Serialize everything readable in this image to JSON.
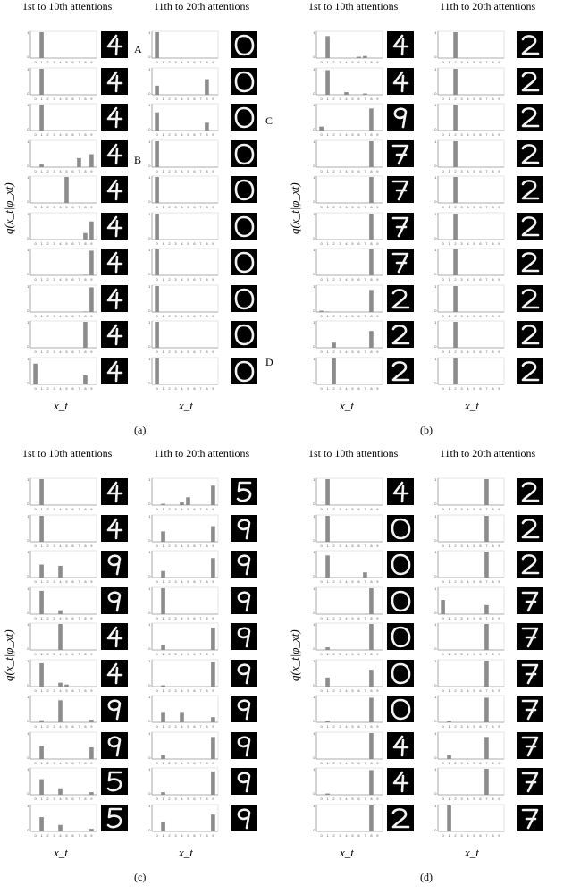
{
  "column_titles": [
    "1st to 10th attentions",
    "11th to 20th attentions"
  ],
  "ylabel": "q(x_t|φ_xt)",
  "xlabel": "x_t",
  "tick_label_y_top": "1",
  "tick_label_y_bottom": "0",
  "colors": {
    "bar": "#8c8c8c",
    "axis": "#9a9a9a",
    "digit_bg": "#000000",
    "digit_fg": "#f2f2f2"
  },
  "chart_data": [
    {
      "panel": "(a)",
      "type": "bar",
      "categories": [
        "0",
        "1",
        "2",
        "3",
        "4",
        "5",
        "6",
        "7",
        "8",
        "9"
      ],
      "ylim": [
        0,
        1
      ],
      "glimpse_digits_col1": [
        "4",
        "4",
        "4",
        "4",
        "4",
        "4",
        "4",
        "4",
        "4",
        "4"
      ],
      "glimpse_digits_col2": [
        "0",
        "0",
        "0",
        "0",
        "0",
        "0",
        "0",
        "0",
        "0",
        "0"
      ],
      "annotations": [
        "A",
        "B",
        "C",
        "D"
      ],
      "col1": [
        [
          0,
          1,
          0,
          0,
          0,
          0,
          0,
          0,
          0,
          0
        ],
        [
          0,
          1,
          0,
          0,
          0,
          0,
          0,
          0,
          0,
          0
        ],
        [
          0,
          1,
          0,
          0,
          0,
          0,
          0,
          0,
          0,
          0
        ],
        [
          0,
          0.1,
          0,
          0,
          0,
          0,
          0,
          0.35,
          0,
          0.5
        ],
        [
          0,
          0,
          0,
          0,
          0,
          1,
          0,
          0,
          0,
          0
        ],
        [
          0,
          0,
          0,
          0,
          0,
          0,
          0,
          0,
          0.25,
          0.7
        ],
        [
          0,
          0,
          0,
          0,
          0,
          0,
          0,
          0,
          0.02,
          0.95
        ],
        [
          0,
          0,
          0,
          0,
          0,
          0,
          0,
          0,
          0.02,
          0.95
        ],
        [
          0,
          0,
          0,
          0,
          0,
          0,
          0,
          0,
          1,
          0
        ],
        [
          0.8,
          0,
          0,
          0,
          0,
          0,
          0,
          0,
          0.35,
          0
        ]
      ],
      "col2": [
        [
          1,
          0,
          0,
          0,
          0,
          0,
          0,
          0,
          0,
          0
        ],
        [
          0.35,
          0,
          0,
          0,
          0,
          0,
          0,
          0,
          0.6,
          0
        ],
        [
          0.7,
          0,
          0,
          0,
          0,
          0,
          0,
          0,
          0.3,
          0
        ],
        [
          1,
          0,
          0,
          0,
          0,
          0,
          0,
          0,
          0,
          0
        ],
        [
          1,
          0,
          0,
          0,
          0,
          0,
          0,
          0,
          0,
          0
        ],
        [
          1,
          0,
          0,
          0,
          0,
          0,
          0,
          0,
          0,
          0
        ],
        [
          1,
          0,
          0,
          0,
          0,
          0,
          0,
          0,
          0,
          0
        ],
        [
          1,
          0,
          0,
          0,
          0,
          0,
          0,
          0,
          0,
          0
        ],
        [
          1,
          0,
          0,
          0,
          0,
          0,
          0,
          0,
          0,
          0
        ],
        [
          1,
          0,
          0,
          0,
          0,
          0,
          0,
          0,
          0,
          0
        ]
      ]
    },
    {
      "panel": "(b)",
      "type": "bar",
      "categories": [
        "0",
        "1",
        "2",
        "3",
        "4",
        "5",
        "6",
        "7",
        "8",
        "9"
      ],
      "ylim": [
        0,
        1
      ],
      "glimpse_digits_col1": [
        "4",
        "4",
        "9",
        "7",
        "7",
        "7",
        "7",
        "2",
        "2",
        "2"
      ],
      "glimpse_digits_col2": [
        "2",
        "2",
        "2",
        "2",
        "2",
        "2",
        "2",
        "2",
        "2",
        "2"
      ],
      "col1": [
        [
          0,
          0.85,
          0,
          0,
          0,
          0,
          0.05,
          0.08,
          0,
          0
        ],
        [
          0,
          0.95,
          0,
          0,
          0.1,
          0,
          0,
          0.05,
          0,
          0
        ],
        [
          0.15,
          0,
          0,
          0,
          0,
          0,
          0,
          0,
          0.85,
          0
        ],
        [
          0,
          0,
          0,
          0,
          0,
          0,
          0,
          0,
          1,
          0
        ],
        [
          0,
          0,
          0,
          0,
          0,
          0,
          0,
          0,
          1,
          0
        ],
        [
          0,
          0,
          0,
          0,
          0,
          0,
          0,
          0,
          1,
          0
        ],
        [
          0,
          0,
          0,
          0,
          0,
          0,
          0,
          0,
          1,
          0
        ],
        [
          0.05,
          0.02,
          0,
          0,
          0,
          0,
          0,
          0,
          0.85,
          0
        ],
        [
          0,
          0,
          0.2,
          0,
          0,
          0,
          0,
          0,
          0.65,
          0
        ],
        [
          0,
          0,
          1,
          0,
          0,
          0,
          0,
          0,
          0,
          0
        ]
      ],
      "col2": [
        [
          0,
          0,
          1,
          0,
          0,
          0,
          0,
          0,
          0,
          0
        ],
        [
          0,
          0,
          1,
          0,
          0,
          0,
          0,
          0,
          0,
          0
        ],
        [
          0,
          0,
          1,
          0,
          0,
          0,
          0,
          0,
          0,
          0
        ],
        [
          0,
          0,
          1,
          0,
          0,
          0,
          0,
          0,
          0,
          0
        ],
        [
          0,
          0,
          1,
          0,
          0,
          0,
          0,
          0,
          0,
          0
        ],
        [
          0,
          0,
          1,
          0,
          0,
          0,
          0,
          0,
          0,
          0
        ],
        [
          0,
          0,
          1,
          0,
          0,
          0,
          0,
          0,
          0,
          0
        ],
        [
          0,
          0,
          1,
          0,
          0,
          0,
          0,
          0,
          0,
          0
        ],
        [
          0,
          0,
          1,
          0,
          0,
          0,
          0,
          0,
          0,
          0
        ],
        [
          0,
          0,
          1,
          0,
          0,
          0,
          0,
          0,
          0,
          0
        ]
      ]
    },
    {
      "panel": "(c)",
      "type": "bar",
      "categories": [
        "0",
        "1",
        "2",
        "3",
        "4",
        "5",
        "6",
        "7",
        "8",
        "9"
      ],
      "ylim": [
        0,
        1
      ],
      "glimpse_digits_col1": [
        "4",
        "4",
        "9",
        "9",
        "4",
        "4",
        "9",
        "9",
        "5",
        "5"
      ],
      "glimpse_digits_col2": [
        "5",
        "9",
        "9",
        "9",
        "9",
        "9",
        "9",
        "9",
        "9",
        "9"
      ],
      "col1": [
        [
          0,
          1,
          0,
          0,
          0,
          0,
          0,
          0,
          0,
          0
        ],
        [
          0,
          1,
          0,
          0,
          0,
          0,
          0,
          0,
          0,
          0
        ],
        [
          0,
          0.5,
          0,
          0,
          0.45,
          0,
          0,
          0,
          0,
          0
        ],
        [
          0,
          0.9,
          0,
          0,
          0.15,
          0,
          0,
          0,
          0,
          0
        ],
        [
          0,
          0,
          0,
          0,
          1,
          0,
          0,
          0,
          0,
          0
        ],
        [
          0,
          0.9,
          0,
          0,
          0.15,
          0.08,
          0,
          0,
          0,
          0
        ],
        [
          0,
          0.08,
          0,
          0,
          0.85,
          0,
          0,
          0,
          0,
          0.1
        ],
        [
          0,
          0.5,
          0,
          0,
          0,
          0,
          0,
          0,
          0,
          0.45
        ],
        [
          0,
          0.6,
          0,
          0,
          0.25,
          0,
          0,
          0,
          0,
          0.1
        ],
        [
          0,
          0.55,
          0,
          0,
          0.25,
          0,
          0,
          0,
          0,
          0.1
        ]
      ],
      "col2": [
        [
          0,
          0.05,
          0,
          0,
          0.1,
          0.3,
          0,
          0,
          0,
          0.75
        ],
        [
          0,
          0.4,
          0,
          0,
          0,
          0,
          0,
          0,
          0,
          0.6
        ],
        [
          0,
          0.25,
          0,
          0,
          0,
          0,
          0,
          0,
          0,
          0.75
        ],
        [
          0,
          1,
          0,
          0,
          0,
          0,
          0,
          0,
          0,
          0
        ],
        [
          0,
          0.2,
          0,
          0,
          0,
          0,
          0,
          0,
          0,
          0.85
        ],
        [
          0,
          0.05,
          0,
          0,
          0,
          0,
          0,
          0,
          0,
          0.95
        ],
        [
          0,
          0.4,
          0,
          0,
          0.4,
          0,
          0,
          0,
          0,
          0.2
        ],
        [
          0,
          0.15,
          0,
          0,
          0,
          0,
          0,
          0,
          0,
          0.85
        ],
        [
          0,
          0.1,
          0,
          0,
          0,
          0,
          0,
          0,
          0,
          0.9
        ],
        [
          0,
          0.35,
          0,
          0,
          0,
          0,
          0,
          0,
          0,
          0.65
        ]
      ]
    },
    {
      "panel": "(d)",
      "type": "bar",
      "categories": [
        "0",
        "1",
        "2",
        "3",
        "4",
        "5",
        "6",
        "7",
        "8",
        "9"
      ],
      "ylim": [
        0,
        1
      ],
      "glimpse_digits_col1": [
        "4",
        "0",
        "0",
        "0",
        "0",
        "0",
        "0",
        "4",
        "4",
        "2"
      ],
      "glimpse_digits_col2": [
        "2",
        "2",
        "2",
        "7",
        "7",
        "7",
        "7",
        "7",
        "7",
        "7"
      ],
      "col1": [
        [
          0,
          1,
          0,
          0,
          0,
          0,
          0,
          0,
          0,
          0
        ],
        [
          0,
          1,
          0,
          0,
          0,
          0,
          0,
          0,
          0,
          0
        ],
        [
          0,
          0.85,
          0,
          0,
          0,
          0,
          0,
          0.2,
          0,
          0
        ],
        [
          0,
          0,
          0,
          0,
          0,
          0,
          0,
          0,
          1,
          0
        ],
        [
          0,
          0.1,
          0,
          0,
          0,
          0,
          0,
          0,
          1,
          0
        ],
        [
          0,
          0.35,
          0,
          0,
          0,
          0,
          0,
          0,
          0.65,
          0
        ],
        [
          0,
          0.05,
          0,
          0,
          0,
          0,
          0,
          0,
          0.95,
          0
        ],
        [
          0,
          0,
          0,
          0,
          0,
          0,
          0,
          0,
          1,
          0
        ],
        [
          0,
          0.05,
          0,
          0,
          0,
          0,
          0,
          0,
          0.95,
          0
        ],
        [
          0,
          0,
          0,
          0,
          0,
          0,
          0,
          0,
          1,
          0
        ]
      ],
      "col2": [
        [
          0,
          0,
          0,
          0,
          0,
          0,
          0,
          1,
          0,
          0
        ],
        [
          0,
          0,
          0,
          0,
          0,
          0,
          0,
          1,
          0,
          0
        ],
        [
          0,
          0,
          0,
          0,
          0,
          0,
          0,
          1,
          0,
          0
        ],
        [
          0.55,
          0,
          0,
          0,
          0,
          0,
          0,
          0.35,
          0,
          0
        ],
        [
          0,
          0,
          0,
          0,
          0,
          0,
          0,
          1,
          0,
          0
        ],
        [
          0,
          0,
          0,
          0,
          0,
          0,
          0,
          1,
          0,
          0
        ],
        [
          0,
          0.05,
          0,
          0,
          0,
          0,
          0,
          0.95,
          0,
          0
        ],
        [
          0,
          0.15,
          0,
          0,
          0,
          0,
          0,
          0.85,
          0,
          0
        ],
        [
          0,
          0,
          0,
          0,
          0,
          0,
          0,
          1,
          0,
          0
        ],
        [
          0,
          1,
          0,
          0,
          0,
          0,
          0,
          0,
          0,
          0
        ]
      ]
    }
  ]
}
